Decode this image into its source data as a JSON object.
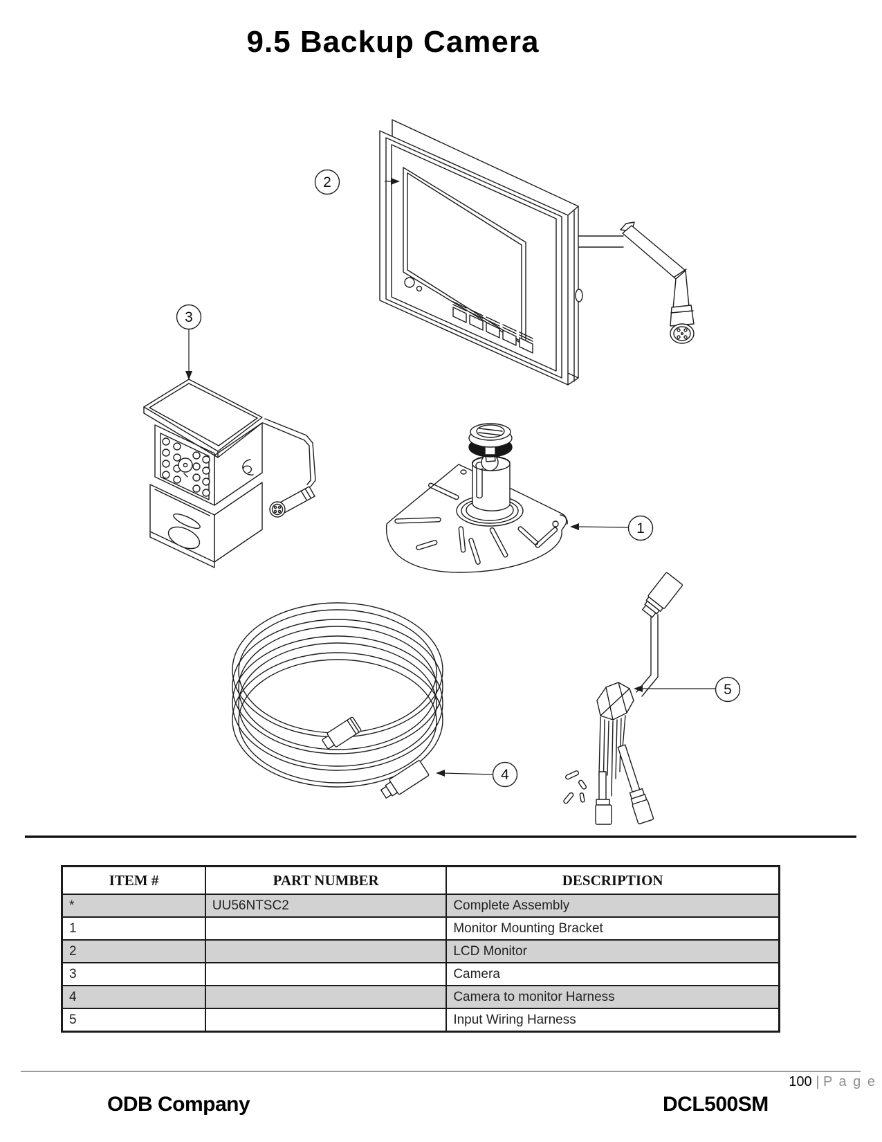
{
  "page": {
    "title": "9.5 Backup Camera",
    "page_number": "100",
    "page_separator": "|",
    "page_word": "P a g e",
    "footer_left": "ODB Company",
    "footer_right": "DCL500SM"
  },
  "diagram": {
    "callouts": [
      {
        "label": "1",
        "target": "monitor-mounting-bracket"
      },
      {
        "label": "2",
        "target": "lcd-monitor"
      },
      {
        "label": "3",
        "target": "camera"
      },
      {
        "label": "4",
        "target": "camera-to-monitor-harness"
      },
      {
        "label": "5",
        "target": "input-wiring-harness"
      }
    ]
  },
  "table": {
    "headers": [
      "ITEM #",
      "PART NUMBER",
      "DESCRIPTION"
    ],
    "rows": [
      {
        "item": "*",
        "part": "UU56NTSC2",
        "desc": "Complete Assembly",
        "shaded": true
      },
      {
        "item": "1",
        "part": "",
        "desc": "Monitor Mounting Bracket",
        "shaded": false
      },
      {
        "item": "2",
        "part": "",
        "desc": "LCD Monitor",
        "shaded": true
      },
      {
        "item": "3",
        "part": "",
        "desc": "Camera",
        "shaded": false
      },
      {
        "item": "4",
        "part": "",
        "desc": "Camera to monitor Harness",
        "shaded": true
      },
      {
        "item": "5",
        "part": "",
        "desc": "Input Wiring Harness",
        "shaded": false
      }
    ]
  },
  "colors": {
    "shaded_row": "#d2d2d2",
    "table_border": "#1a1a1a",
    "line_art": "#1c1c1c",
    "footer_gray": "#8f8f8f"
  }
}
